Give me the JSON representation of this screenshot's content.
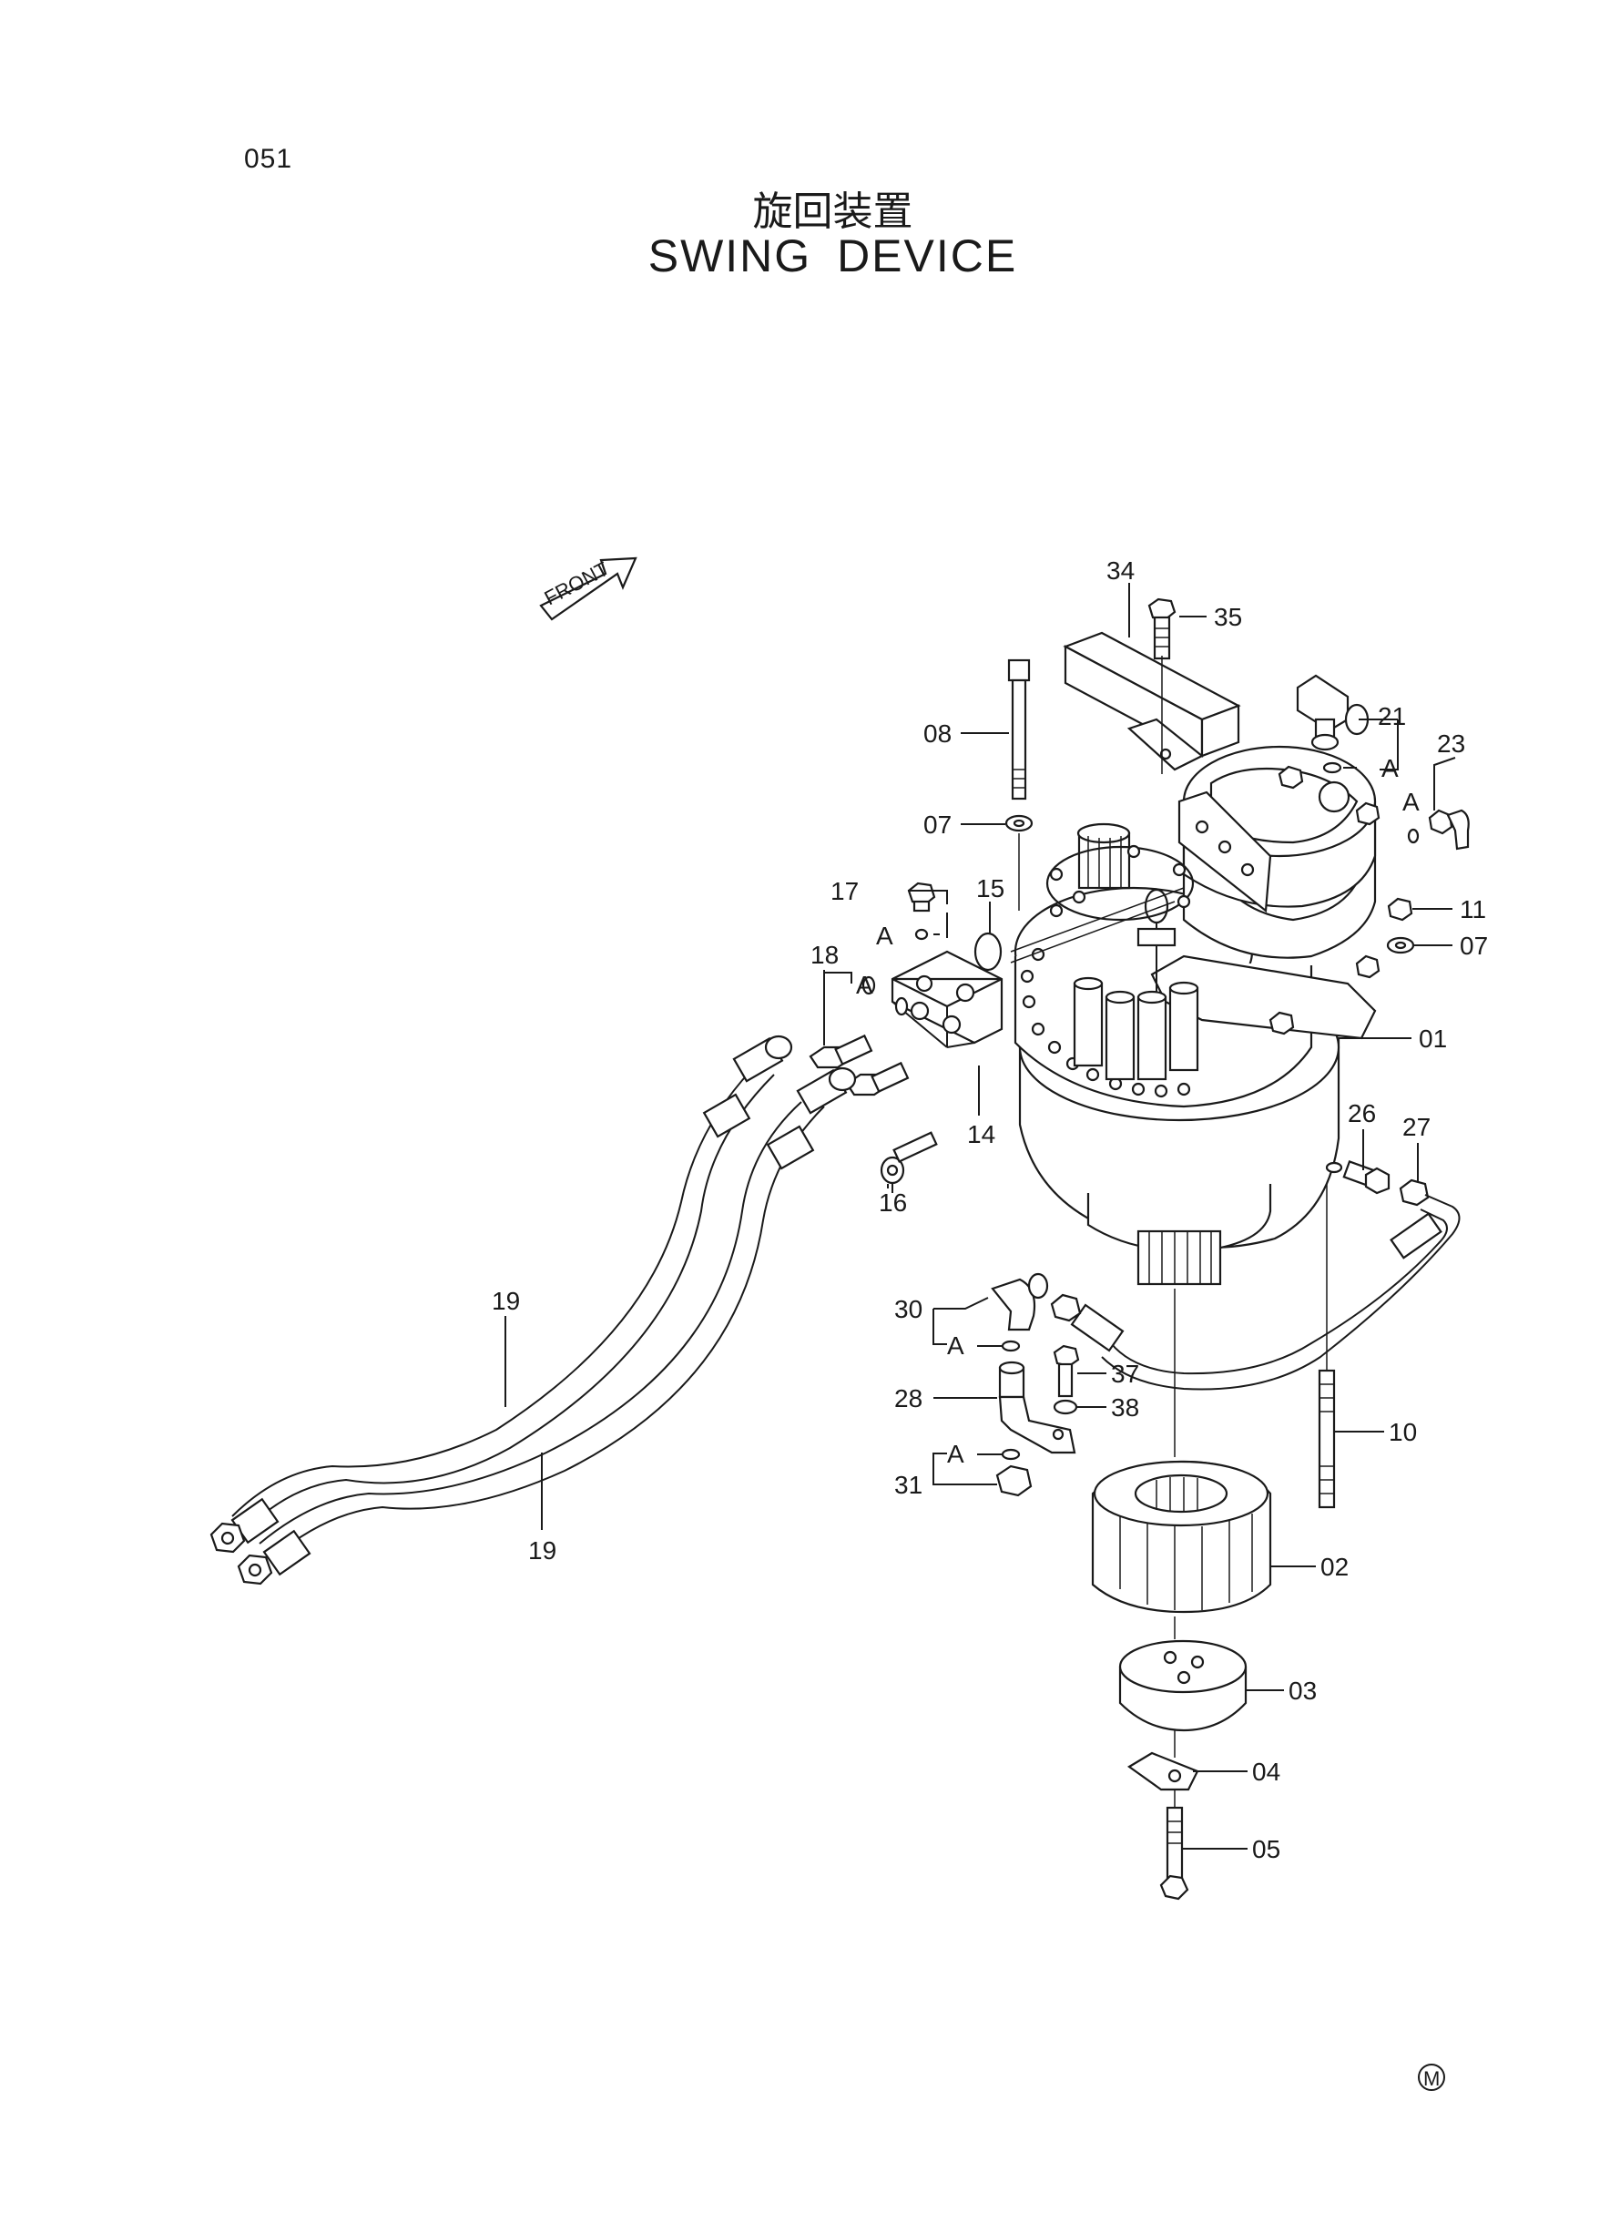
{
  "page_code": "051",
  "title_jp": "旋回装置",
  "title_en": "SWING DEVICE",
  "front_label": "FRONT",
  "footer_mark": "M",
  "ref_letter": "A",
  "part_labels": {
    "p01": "01",
    "p02": "02",
    "p03": "03",
    "p04": "04",
    "p05": "05",
    "p07a": "07",
    "p07b": "07",
    "p08": "08",
    "p10": "10",
    "p11": "11",
    "p14": "14",
    "p15": "15",
    "p16": "16",
    "p17": "17",
    "p18": "18",
    "p19a": "19",
    "p19b": "19",
    "p21": "21",
    "p23": "23",
    "p26": "26",
    "p27": "27",
    "p28": "28",
    "p30": "30",
    "p31": "31",
    "p34": "34",
    "p35": "35",
    "p37": "37",
    "p38": "38"
  }
}
